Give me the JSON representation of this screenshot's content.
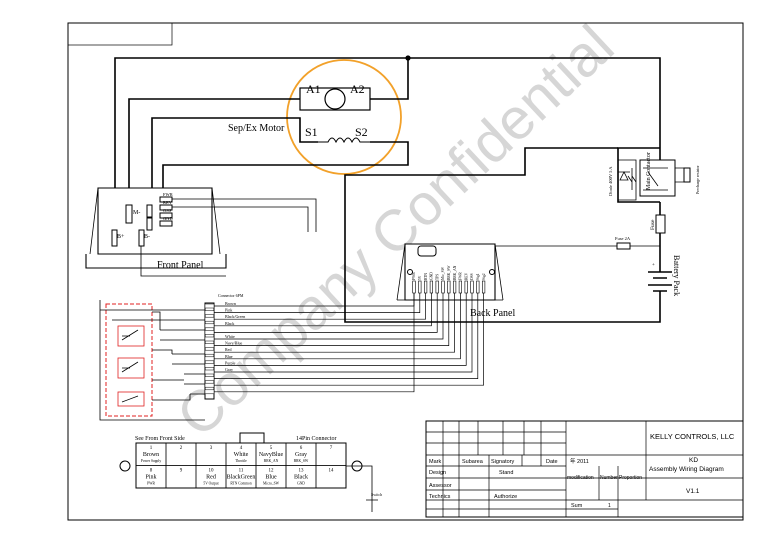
{
  "title_block": {
    "company": "KELLY CONTROLS, LLC",
    "product": "KD",
    "drawing": "Assembly Wiring Diagram",
    "version": "V1.1",
    "row_mark": "Mark",
    "col_subarea": "Subarea",
    "col_signatory": "Signatory",
    "col_date": "Date",
    "date_value": "年 2011",
    "row_design": "Design",
    "col_stand": "Stand",
    "col_modification": "modification",
    "col_number": "Number",
    "col_proportion": "Proportion",
    "row_assessor": "Assessor",
    "row_technics": "Technics",
    "col_authorize": "Authorize",
    "sum_label": "Sum",
    "sum_value": "1"
  },
  "labels": {
    "motor_a1": "A1",
    "motor_a2": "A2",
    "motor_s1": "S1",
    "motor_s2": "S2",
    "motor_name": "Sep/Ex Motor",
    "front_panel": "Front Panel",
    "back_panel": "Back Panel",
    "battery_pack": "Battery Pack",
    "diode": "Diode 400V 5 A",
    "main_contactor": "Main Contactor",
    "precharge_resistor": "Precharge resistor",
    "fuse": "Fuse",
    "fuse_2a": "Fuse 2A",
    "connector_side": "See From Front Side",
    "connector_title": "14Pin Connector",
    "switch_label": "Switch",
    "harness_title": "Connector 6PM",
    "fp_terminals": [
      "FWR",
      "REV",
      "OSS",
      "GND"
    ],
    "fp_m_minus": "M-",
    "fp_b_plus": "B+",
    "fp_b_minus": "B-"
  },
  "harness_wires": [
    "Brown",
    "Pink",
    "Black/Green",
    "Black",
    "",
    "White",
    "Navy/Blue",
    "Red",
    "Blue",
    "Purple",
    "Gray",
    "",
    "",
    ""
  ],
  "connector_pins": [
    {
      "n": "1",
      "color": "Brown",
      "fn": "Power Supply"
    },
    {
      "n": "2",
      "color": "",
      "fn": ""
    },
    {
      "n": "3",
      "color": "",
      "fn": ""
    },
    {
      "n": "4",
      "color": "White",
      "fn": "Throttle"
    },
    {
      "n": "5",
      "color": "NavyBlue",
      "fn": "BRK_AN"
    },
    {
      "n": "6",
      "color": "Gray",
      "fn": "BRK_SW"
    },
    {
      "n": "7",
      "color": "",
      "fn": ""
    },
    {
      "n": "8",
      "color": "Pink",
      "fn": "PWR"
    },
    {
      "n": "9",
      "color": "",
      "fn": ""
    },
    {
      "n": "10",
      "color": "Red",
      "fn": "5V Output"
    },
    {
      "n": "11",
      "color": "BlackGreen",
      "fn": "RTN Common"
    },
    {
      "n": "12",
      "color": "Blue",
      "fn": "Micro_SW"
    },
    {
      "n": "13",
      "color": "Black",
      "fn": "GND"
    },
    {
      "n": "14",
      "color": "",
      "fn": ""
    }
  ],
  "back_panel_pins": [
    "PWR",
    "5V",
    "RTN",
    "GND",
    "TPS",
    "Mic_SW",
    "BRK_SW",
    "BRK_AN",
    "FWR",
    "REV",
    "OSS",
    "Sig1",
    "Sig2"
  ],
  "watermark": "Company Confidential",
  "colors": {
    "line": "#000000",
    "highlight_circle": "#f2a12a",
    "red_dash": "#e02020",
    "watermark": "#d4d4d4"
  }
}
